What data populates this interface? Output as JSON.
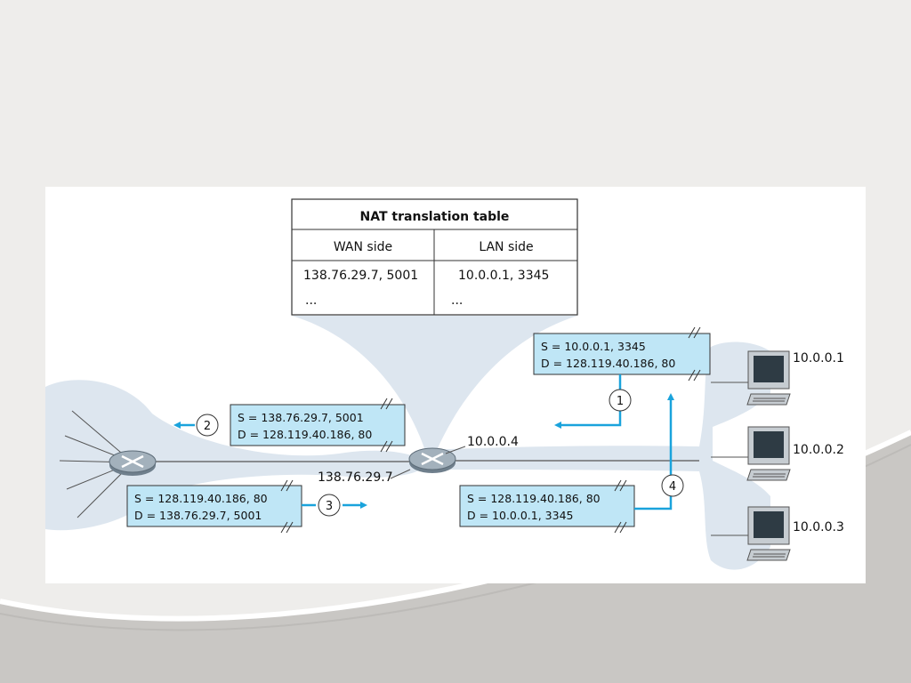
{
  "colors": {
    "slide_background": "#eeedeb",
    "slide_swoosh": "#c9c7c4",
    "network_cloud": "#dde6ef",
    "packet_box": "#bfe6f6",
    "arrow": "#1aa3dc",
    "router": "#8a9aa7"
  },
  "nat_table": {
    "title": "NAT translation table",
    "headers": [
      "WAN side",
      "LAN side"
    ],
    "rows": [
      [
        "138.76.29.7, 5001",
        "10.0.0.1, 3345"
      ],
      [
        "...",
        "..."
      ]
    ]
  },
  "packets": {
    "p1": {
      "source": "S = 10.0.0.1, 3345",
      "dest": "D = 128.119.40.186, 80"
    },
    "p2": {
      "source": "S = 138.76.29.7, 5001",
      "dest": "D = 128.119.40.186, 80"
    },
    "p3": {
      "source": "S = 128.119.40.186, 80",
      "dest": "D = 138.76.29.7, 5001"
    },
    "p4": {
      "source": "S = 128.119.40.186, 80",
      "dest": "D = 10.0.0.1, 3345"
    }
  },
  "steps": [
    "1",
    "2",
    "3",
    "4"
  ],
  "labels": {
    "router_lan_ip": "10.0.0.4",
    "router_wan_ip": "138.76.29.7",
    "host1": "10.0.0.1",
    "host2": "10.0.0.2",
    "host3": "10.0.0.3"
  },
  "icons": {
    "router": "router-icon",
    "host": "desktop-computer-icon"
  }
}
